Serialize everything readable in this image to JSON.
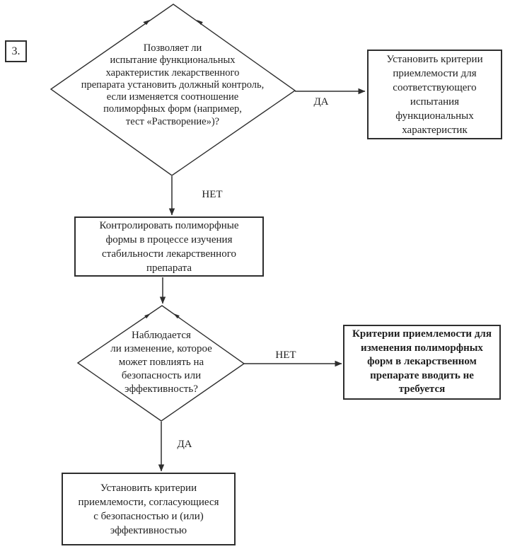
{
  "page": {
    "background": "#ffffff",
    "ink_color": "#1f1f1f",
    "line_color": "#2e2e2e"
  },
  "step_label": "3.",
  "branch_labels": {
    "decision1_yes": "ДА",
    "decision1_no": "НЕТ",
    "decision2_no": "НЕТ",
    "decision2_yes": "ДА"
  },
  "nodes": {
    "decision1": {
      "type": "decision",
      "lines": [
        "Позволяет ли",
        "испытание функциональных",
        "характеристик лекарственного",
        "препарата установить должный контроль,",
        "если изменяется соотношение",
        "полиморфных форм (например,",
        "тест «Растворение»)?"
      ]
    },
    "set_performance_criteria": {
      "type": "process",
      "lines": [
        "Установить критерии",
        "приемлемости для",
        "соответствующего",
        "испытания",
        "функциональных",
        "характеристик"
      ]
    },
    "monitor_polymorphs": {
      "type": "process",
      "lines": [
        "Контролировать полиморфные",
        "формы в процессе изучения",
        "стабильности лекарственного",
        "препарата"
      ]
    },
    "decision2": {
      "type": "decision",
      "lines": [
        "Наблюдается",
        "ли изменение, которое",
        "может повлиять на",
        "безопасность или",
        "эффективность?"
      ]
    },
    "no_criteria_needed": {
      "type": "process",
      "lines": [
        "Критерии приемлемости для",
        "изменения полиморфных",
        "форм в лекарственном",
        "препарате вводить не",
        "требуется"
      ]
    },
    "set_safety_criteria": {
      "type": "process",
      "lines": [
        "Установить критерии",
        "приемлемости, согласующиеся",
        "с безопасностью и (или)",
        "эффективностью"
      ]
    }
  }
}
